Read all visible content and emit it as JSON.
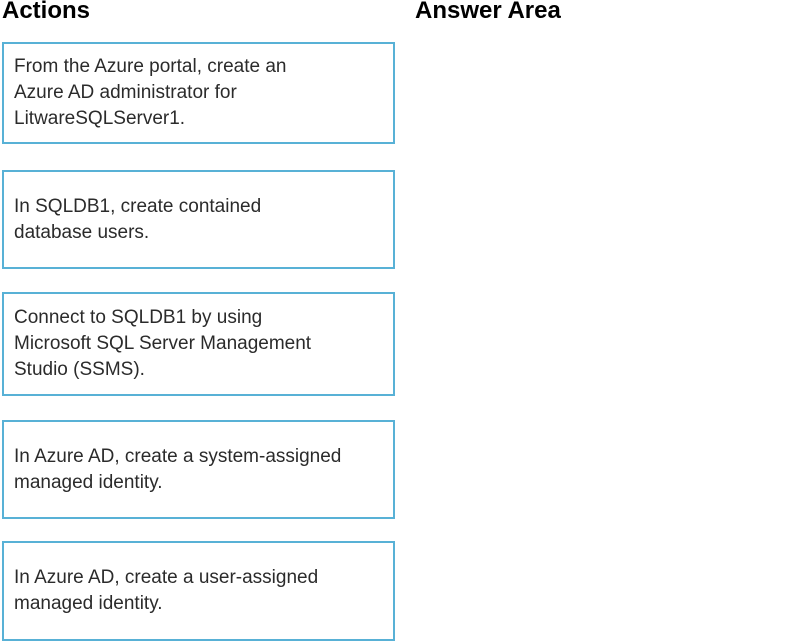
{
  "headings": {
    "actions": "Actions",
    "answer_area": "Answer Area"
  },
  "colors": {
    "box_border": "#58b1d6",
    "box_text": "#2b2b2b",
    "heading_text": "#000000",
    "background": "#ffffff"
  },
  "actions": {
    "items": [
      {
        "text": "From the Azure portal, create an\nAzure AD administrator for\nLitwareSQLServer1."
      },
      {
        "text": "In SQLDB1, create contained\ndatabase users."
      },
      {
        "text": "Connect to SQLDB1 by using\nMicrosoft SQL Server Management\nStudio (SSMS)."
      },
      {
        "text": "In Azure AD, create a system-assigned\nmanaged identity."
      },
      {
        "text": "In Azure AD, create a user-assigned\nmanaged identity."
      }
    ]
  }
}
